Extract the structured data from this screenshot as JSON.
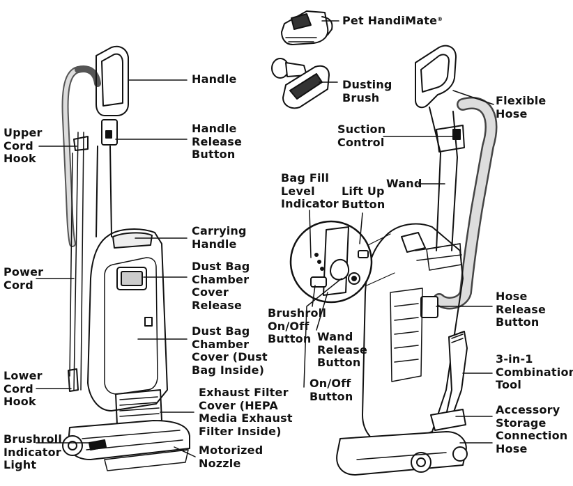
{
  "diagram": {
    "labels": {
      "pet_handimate": "Pet HandiMate",
      "pet_handimate_mark": "®",
      "dusting_brush": "Dusting\nBrush",
      "handle": "Handle",
      "handle_release_button": "Handle\nRelease\nButton",
      "upper_cord_hook": "Upper\nCord\nHook",
      "carrying_handle": "Carrying\nHandle",
      "power_cord": "Power\nCord",
      "dust_bag_chamber_cover_release": "Dust Bag\nChamber\nCover\nRelease",
      "dust_bag_chamber_cover": "Dust Bag\nChamber\nCover (Dust\nBag Inside)",
      "lower_cord_hook": "Lower\nCord\nHook",
      "exhaust_filter_cover": "Exhaust Filter\nCover (HEPA\nMedia Exhaust\nFilter Inside)",
      "brushroll_indicator_light": "Brushroll\nIndicator\nLight",
      "motorized_nozzle": "Motorized\nNozzle",
      "flexible_hose": "Flexible\nHose",
      "suction_control": "Suction\nControl",
      "wand": "Wand",
      "bag_fill_level_indicator": "Bag Fill\nLevel\nIndicator",
      "lift_up_button": "Lift Up\nButton",
      "brushroll_on_off_button": "Brushroll\nOn/Off\nButton",
      "wand_release_button": "Wand\nRelease\nButton",
      "on_off_button": "On/Off\nButton",
      "hose_release_button": "Hose\nRelease\nButton",
      "combination_tool": "3-in-1\nCombination\nTool",
      "accessory_storage_connection_hose": "Accessory\nStorage\nConnection\nHose"
    }
  }
}
